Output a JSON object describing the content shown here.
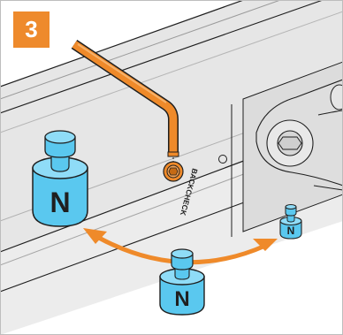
{
  "step": {
    "number": "3"
  },
  "labels": {
    "backcheck": "BACKCHECK",
    "spring_letter": "N"
  },
  "colors": {
    "accent": "#ee8a2c",
    "hex_key": "#ef8a2a",
    "cylinder_blue": "#5ac8ef",
    "cylinder_light": "#8fdcf7",
    "arrow": "#ef8a2a",
    "outline": "#1f1f1f",
    "plate": "#e3e3e3"
  },
  "icons": {
    "hex_key": "allen-key-icon",
    "adjust_screw": "adjustment-screw-icon",
    "spring_large": "spring-cylinder-large-icon",
    "spring_medium": "spring-cylinder-medium-icon",
    "spring_small": "spring-cylinder-small-icon",
    "arrow": "curved-double-arrow-icon"
  }
}
